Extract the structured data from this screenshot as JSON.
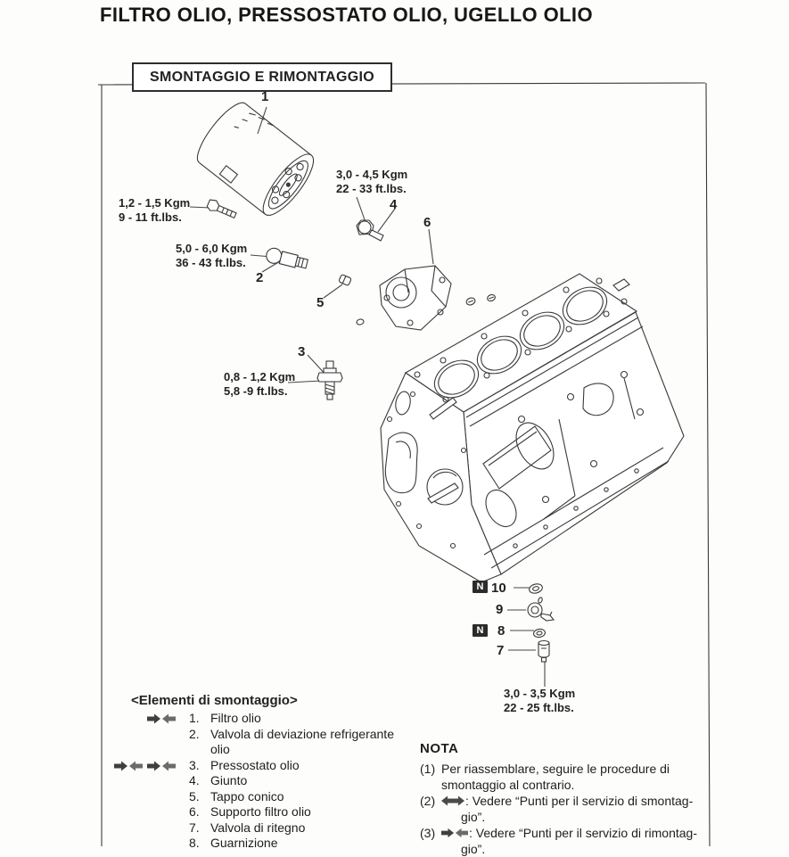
{
  "page": {
    "title": "FILTRO OLIO, PRESSOSTATO OLIO, UGELLO OLIO"
  },
  "section": {
    "header": "SMONTAGGIO E RIMONTAGGIO"
  },
  "diagram": {
    "callouts": [
      "1",
      "2",
      "3",
      "4",
      "5",
      "6",
      "7",
      "8",
      "9",
      "10"
    ],
    "new_part_badge": "N",
    "torque_labels": [
      {
        "kgm": "1,2 - 1,5 Kgm",
        "ftlbs": "9 - 11 ft.lbs."
      },
      {
        "kgm": "3,0 - 4,5 Kgm",
        "ftlbs": "22 - 33 ft.lbs."
      },
      {
        "kgm": "5,0 - 6,0 Kgm",
        "ftlbs": "36 - 43 ft.lbs."
      },
      {
        "kgm": "0,8 - 1,2 Kgm",
        "ftlbs": "5,8 -9 ft.lbs."
      },
      {
        "kgm": "3,0 - 3,5 Kgm",
        "ftlbs": "22 - 25 ft.lbs."
      }
    ]
  },
  "parts_list": {
    "heading": "<Elementi di smontaggio>",
    "items": [
      {
        "num": "1.",
        "label": "Filtro olio"
      },
      {
        "num": "2.",
        "label": "Valvola di deviazione refrigerante olio"
      },
      {
        "num": "3.",
        "label": "Pressostato olio"
      },
      {
        "num": "4.",
        "label": "Giunto"
      },
      {
        "num": "5.",
        "label": "Tappo conico"
      },
      {
        "num": "6.",
        "label": "Supporto filtro olio"
      },
      {
        "num": "7.",
        "label": "Valvola di ritegno"
      },
      {
        "num": "8.",
        "label": "Guarnizione"
      }
    ]
  },
  "nota": {
    "heading": "NOTA",
    "items": [
      {
        "num": "(1)",
        "text": "Per riassemblare, seguire le procedure di smontaggio al contrario.",
        "cont": ""
      },
      {
        "num": "(2)",
        "text": ": Vedere “Punti per il servizio di smontag-",
        "cont": "gio”."
      },
      {
        "num": "(3)",
        "text": ": Vedere “Punti per il servizio di rimontag-",
        "cont": "gio”."
      }
    ]
  }
}
